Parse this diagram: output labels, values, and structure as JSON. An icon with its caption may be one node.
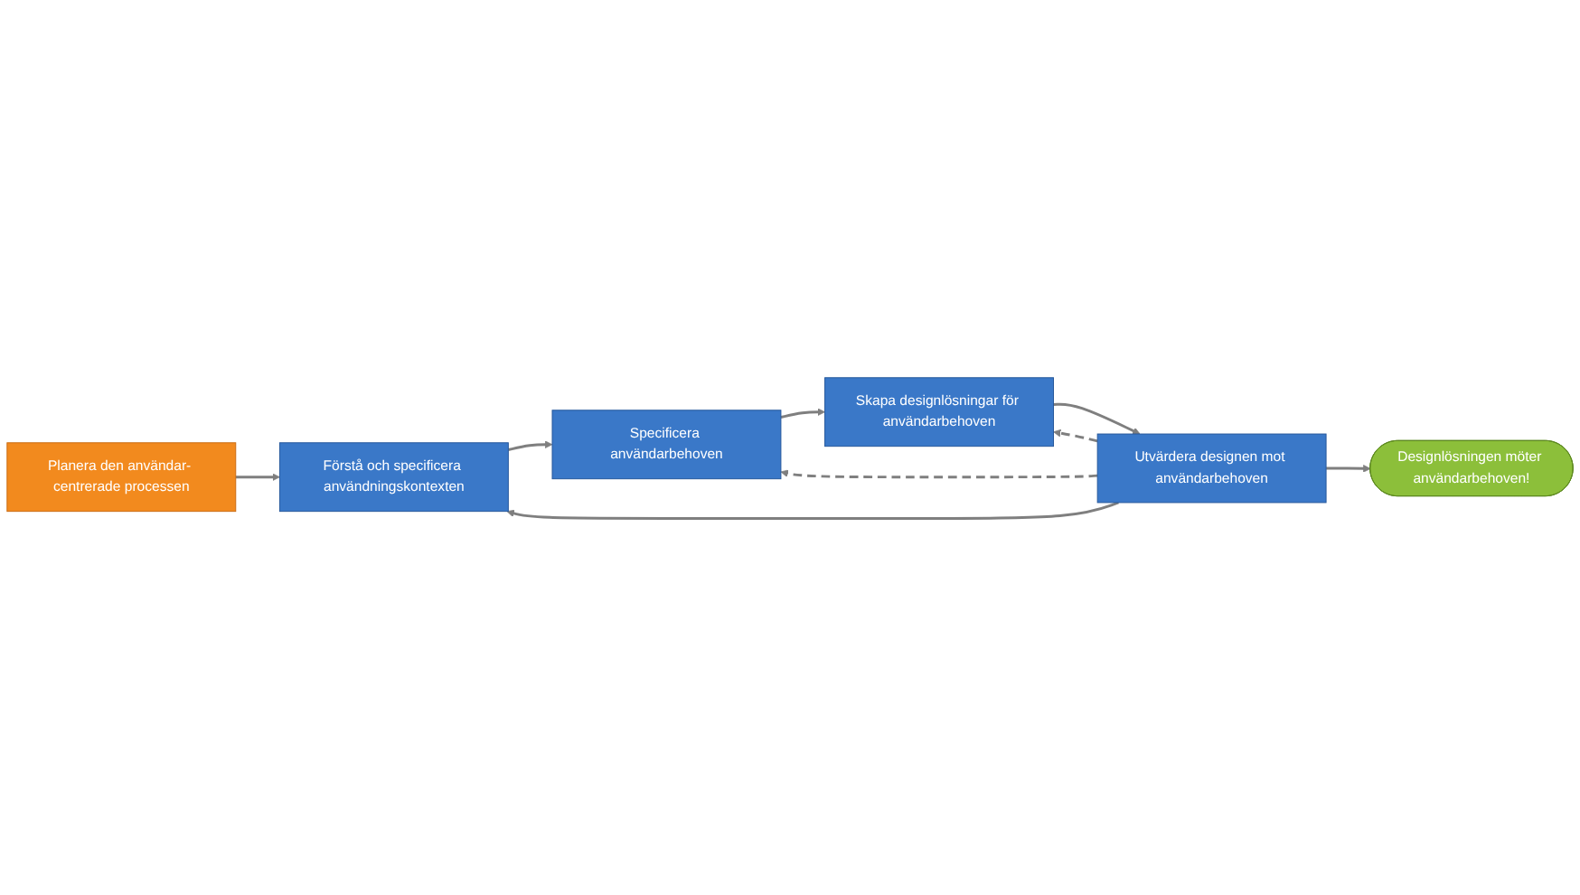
{
  "diagram": {
    "nodes": [
      {
        "text": [
          "Planera den användar- centrerade processen"
        ]
      },
      {
        "text": [
          "Förstå och specificera användningskontexten"
        ]
      },
      {
        "text": [
          "Specificera användarbehoven"
        ]
      },
      {
        "text": [
          "Skapa designlösningar för användarbehoven"
        ]
      },
      {
        "text": [
          "Utvärdera designen mot användarbehoven"
        ]
      },
      {
        "text": [
          "Designlösningen möter användarbehoven!"
        ]
      }
    ],
    "edges": [
      {
        "from": 0,
        "to": 1,
        "arrow": "to"
      },
      {
        "from": 1,
        "to": 2,
        "arrow": "to"
      },
      {
        "from": 2,
        "to": 3,
        "arrow": "to"
      },
      {
        "from": 3,
        "to": 4,
        "arrow": "to"
      },
      {
        "from": 4,
        "to": 1,
        "arrow": "to"
      },
      {
        "from": 4,
        "to": 2,
        "arrow": "to",
        "style": "dashed"
      },
      {
        "from": 4,
        "to": 3,
        "arrow": "to",
        "style": "dashed"
      },
      {
        "from": 4,
        "to": 5,
        "arrow": "to"
      }
    ]
  }
}
